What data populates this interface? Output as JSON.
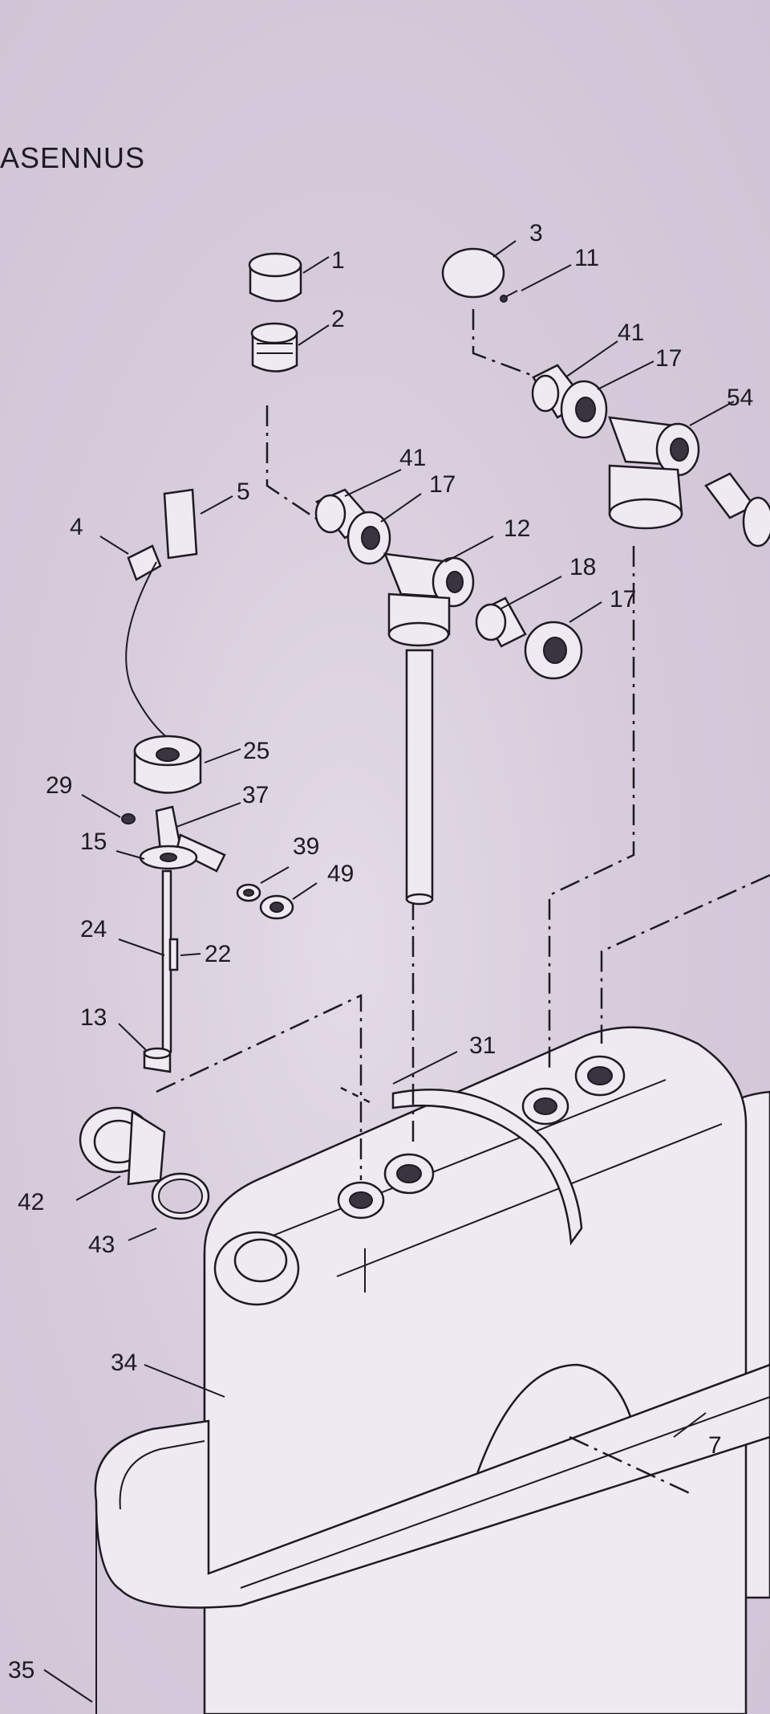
{
  "page": {
    "heading": "ASENNUS"
  },
  "callouts": [
    "1",
    "2",
    "3",
    "11",
    "41",
    "17",
    "54",
    "5",
    "4",
    "41",
    "17",
    "12",
    "18",
    "17",
    "25",
    "29",
    "37",
    "15",
    "39",
    "49",
    "24",
    "22",
    "13",
    "31",
    "42",
    "43",
    "34",
    "7",
    "35"
  ]
}
